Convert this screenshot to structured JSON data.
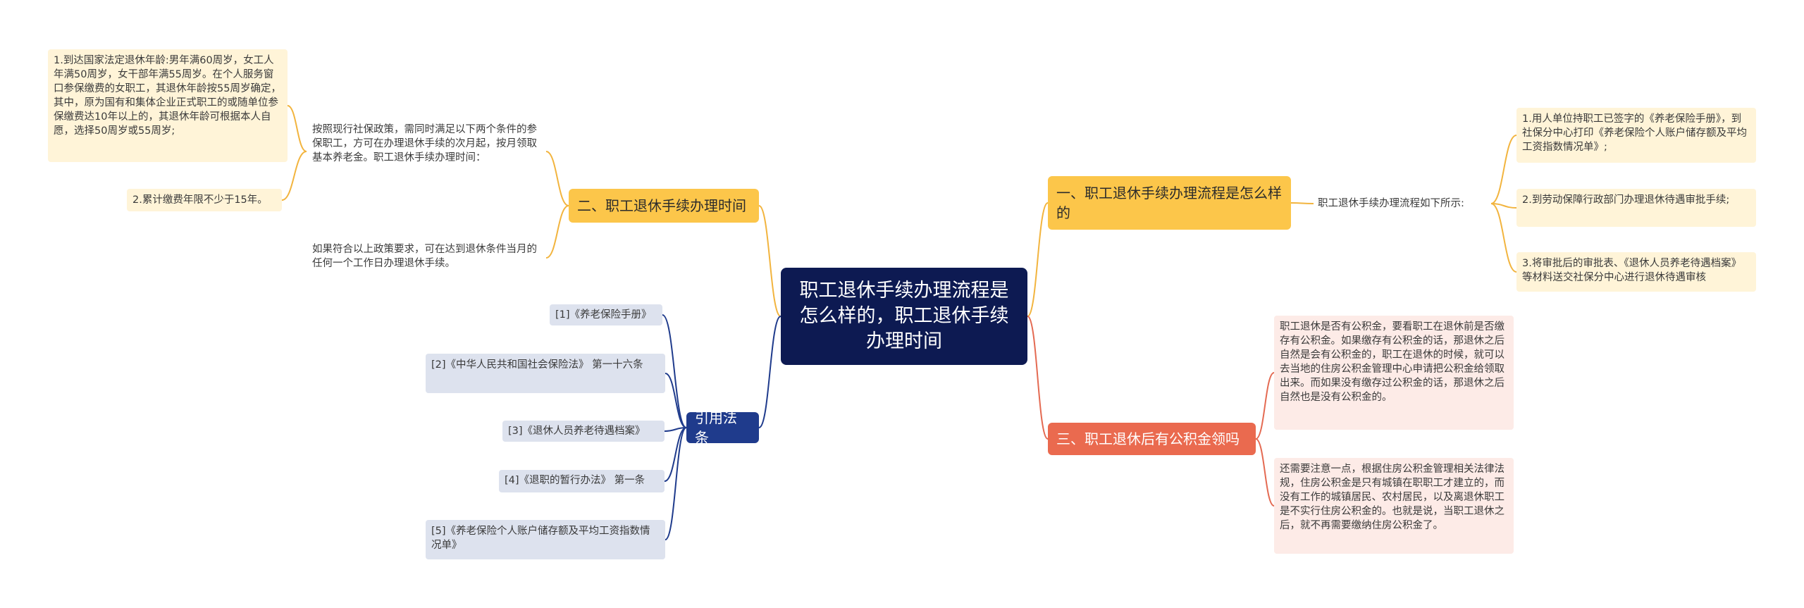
{
  "colors": {
    "root_bg": "#0d1a52",
    "yellow_branch": "#fcc64a",
    "red_branch": "#ea6a4f",
    "blue_branch": "#1f3b8c",
    "yellow_line": "#f2b43e",
    "red_line": "#e46a52",
    "blue_line": "#1f3b8c"
  },
  "root": {
    "label": "职工退休手续办理流程是怎么样的，职工退休手续办理时间"
  },
  "branch1": {
    "label": "一、职工退休手续办理流程是怎么样的",
    "intro": "职工退休手续办理流程如下所示:",
    "steps": [
      "1.用人单位持职工已签字的《养老保险手册》，到社保分中心打印《养老保险个人账户储存额及平均工资指数情况单》;",
      "2.到劳动保障行政部门办理退休待遇审批手续;",
      "3.将审批后的审批表、《退休人员养老待遇档案》等材料送交社保分中心进行退休待遇审核"
    ]
  },
  "branch2": {
    "label": "二、职工退休手续办理时间",
    "policy": "按照现行社保政策，需同时满足以下两个条件的参保职工，方可在办理退休手续的次月起，按月领取基本养老金。职工退休手续办理时间：",
    "conditions": [
      "1.到达国家法定退休年龄:男年满60周岁，女工人年满50周岁，女干部年满55周岁。在个人服务窗口参保缴费的女职工，其退休年龄按55周岁确定，其中，原为国有和集体企业正式职工的或随单位参保缴费达10年以上的，其退休年龄可根据本人自愿，选择50周岁或55周岁;",
      "2.累计缴费年限不少于15年。"
    ],
    "note": "如果符合以上政策要求，可在达到退休条件当月的任何一个工作日办理退休手续。"
  },
  "branch3": {
    "label": "三、职工退休后有公积金领吗",
    "items": [
      "职工退休是否有公积金，要看职工在退休前是否缴存有公积金。如果缴存有公积金的话，那退休之后自然是会有公积金的，职工在退休的时候，就可以去当地的住房公积金管理中心申请把公积金给领取出来。而如果没有缴存过公积金的话，那退休之后自然也是没有公积金的。",
      "还需要注意一点，根据住房公积金管理相关法律法规，住房公积金是只有城镇在职职工才建立的，而没有工作的城镇居民、农村居民，以及离退休职工是不实行住房公积金的。也就是说，当职工退休之后，就不再需要缴纳住房公积金了。"
    ]
  },
  "branch4": {
    "label": "引用法条",
    "items": [
      "[1]《养老保险手册》",
      "[2]《中华人民共和国社会保险法》 第一十六条",
      "[3]《退休人员养老待遇档案》",
      "[4]《退职的暂行办法》 第一条",
      "[5]《养老保险个人账户储存额及平均工资指数情况单》"
    ]
  }
}
